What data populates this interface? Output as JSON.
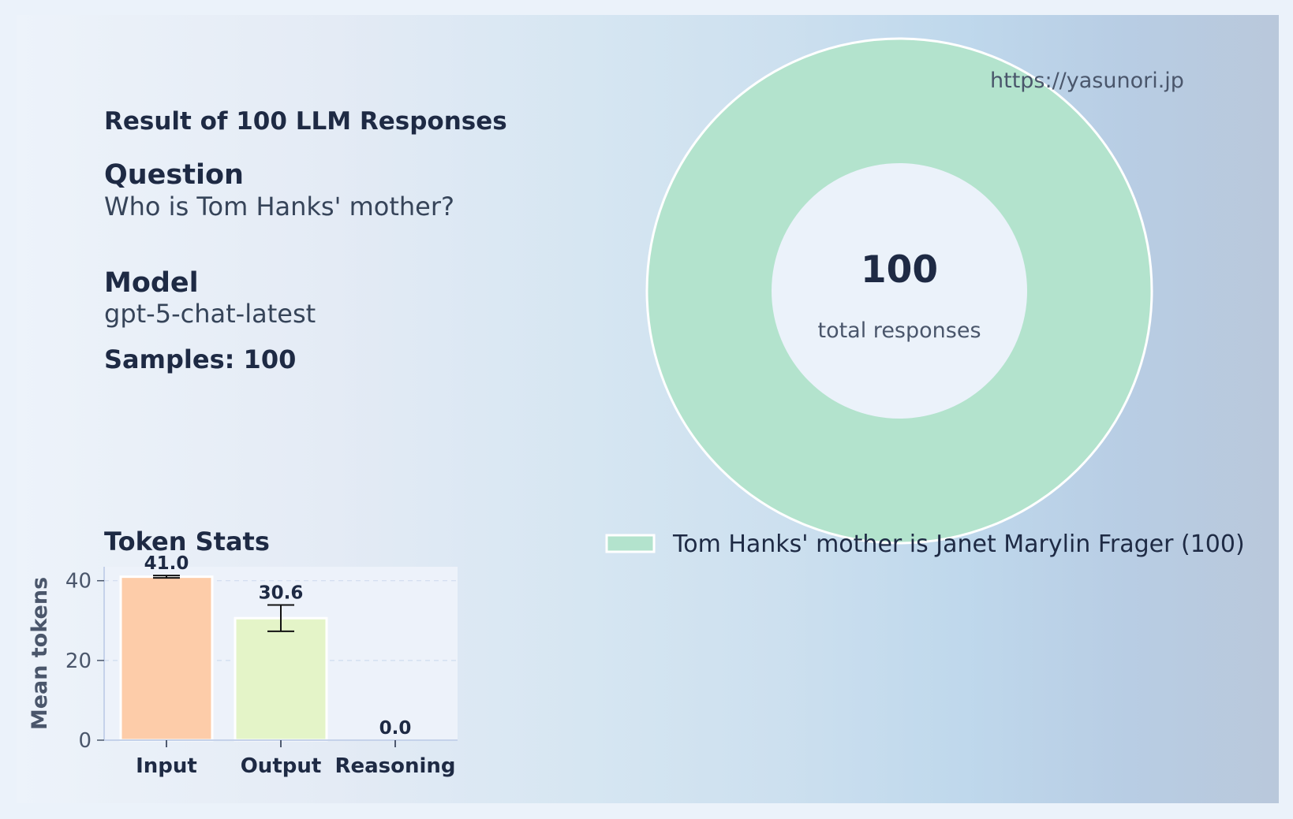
{
  "result_title": "Result of 100 LLM Responses",
  "question": {
    "heading": "Question",
    "text": "Who is Tom Hanks' mother?"
  },
  "model": {
    "heading": "Model",
    "text": "gpt-5-chat-latest"
  },
  "samples_text": "Samples: 100",
  "token_stats_heading": "Token Stats",
  "watermark": "https://yasunori.jp",
  "donut_center": {
    "value": "100",
    "label": "total responses"
  },
  "colors": {
    "donut_slice": "#b3e3cd",
    "bar_input": "#fdcca9",
    "bar_output": "#e4f4c8",
    "bar_reasoning": "#d9cdf0",
    "text_dark": "#1e2a44",
    "text_muted": "#4a566b"
  },
  "chart_data": [
    {
      "type": "pie",
      "variant": "donut",
      "labels": [
        "Tom Hanks' mother is Janet Marylin Frager"
      ],
      "values": [
        100
      ],
      "legend": [
        "Tom Hanks' mother is Janet Marylin Frager (100)"
      ],
      "legend_placement": "bottom",
      "center_text": "100",
      "center_subtext": "total responses"
    },
    {
      "type": "bar",
      "title": "Token Stats",
      "categories": [
        "Input",
        "Output",
        "Reasoning"
      ],
      "values": [
        41.0,
        30.6,
        0.0
      ],
      "value_labels": [
        "41.0",
        "30.6",
        "0.0"
      ],
      "error": [
        0.3,
        3.3,
        0.0
      ],
      "xlabel": "",
      "ylabel": "Mean tokens",
      "ylim": [
        0,
        43.5
      ],
      "yticks": [
        0,
        20,
        40
      ],
      "grid": "y-dashed"
    }
  ]
}
